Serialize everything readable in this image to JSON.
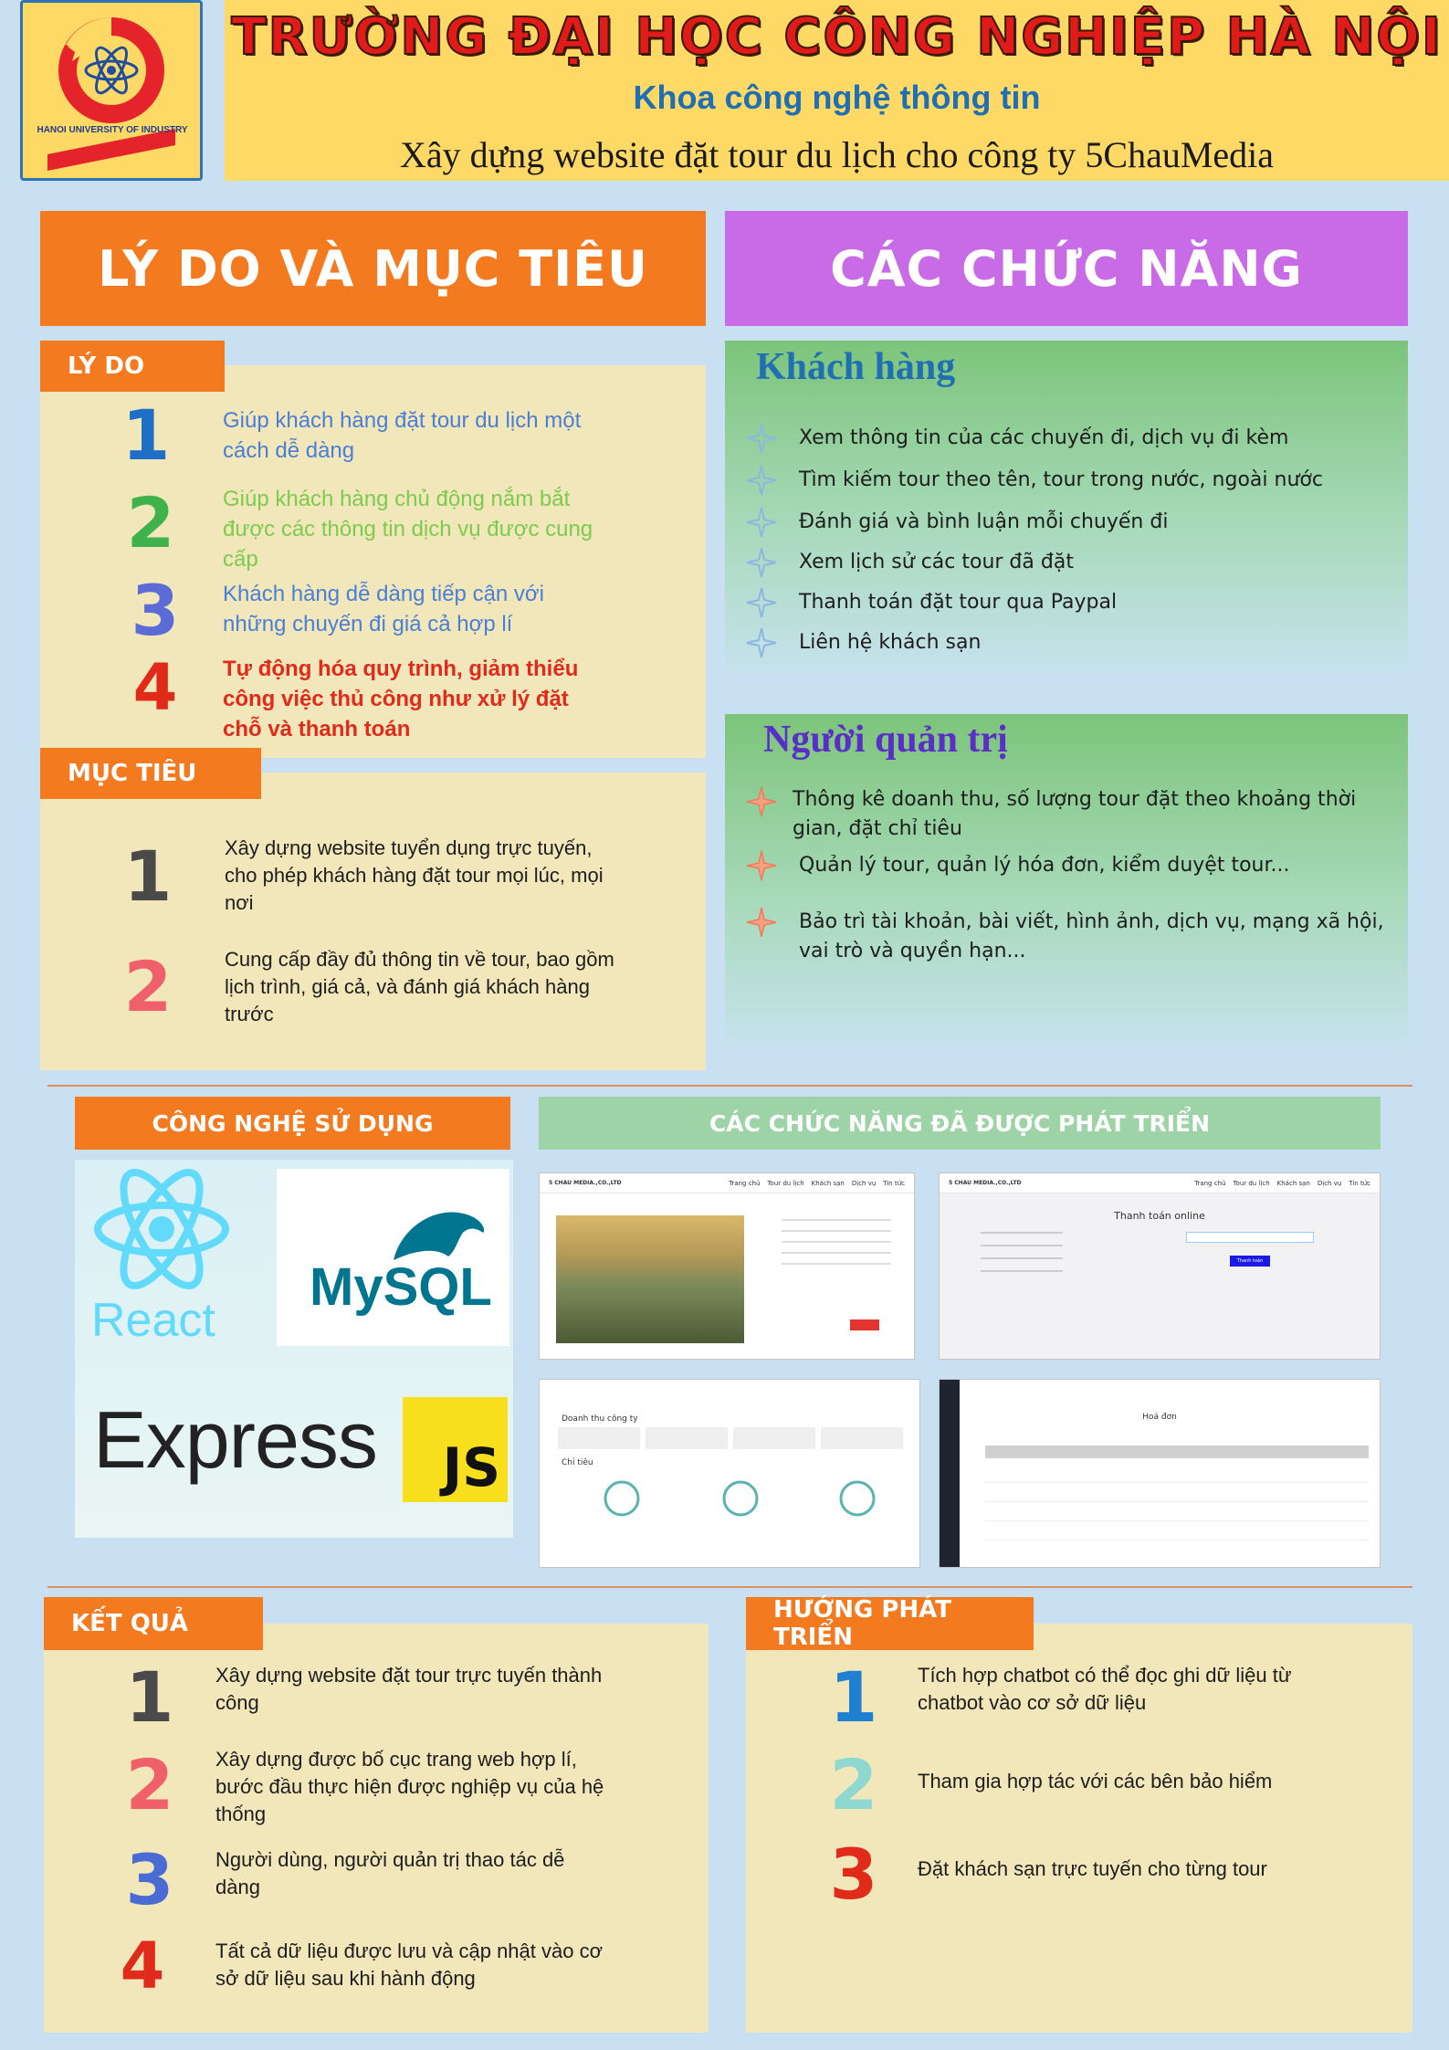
{
  "header": {
    "logo_text": "HANOI UNIVERSITY OF INDUSTRY",
    "university": "TRƯỜNG ĐẠI HỌC CÔNG NGHIỆP HÀ NỘI",
    "faculty": "Khoa công nghệ thông tin",
    "project": "Xây dựng website đặt tour du lịch cho công ty 5ChauMedia"
  },
  "left_section": {
    "title": "LÝ DO VÀ MỤC TIÊU",
    "reasons_tag": "LÝ DO",
    "reasons": [
      {
        "num": "1",
        "text": "Giúp khách hàng đặt tour du lịch một cách dễ dàng",
        "color": "#4a7fd4"
      },
      {
        "num": "2",
        "text": "Giúp khách hàng chủ động nắm bắt được các thông tin dịch vụ được cung cấp",
        "color": "#7ccb4e"
      },
      {
        "num": "3",
        "text": "Khách hàng dễ dàng tiếp cận với những chuyến đi giá cả hợp lí",
        "color": "#4a7fd4"
      },
      {
        "num": "4",
        "text": "Tự động hóa quy trình, giảm thiểu công việc thủ công như xử lý đặt chỗ và thanh toán",
        "color": "#e02a1a"
      }
    ],
    "goals_tag": "MỤC TIÊU",
    "goals": [
      {
        "num": "1",
        "text": "Xây dựng website tuyển dụng trực tuyến, cho phép khách hàng đặt tour mọi lúc, mọi nơi"
      },
      {
        "num": "2",
        "text": "Cung cấp đầy đủ thông tin về tour, bao gồm lịch trình, giá cả, và đánh giá khách hàng trước"
      }
    ]
  },
  "right_section": {
    "title": "CÁC CHỨC NĂNG",
    "customer_title": "Khách hàng",
    "customer_items": [
      "Xem thông tin của các chuyến đi, dịch vụ đi kèm",
      "Tìm kiếm tour theo tên, tour trong nước, ngoài nước",
      "Đánh giá và bình luận mỗi chuyến đi",
      "Xem lịch sử các tour đã đặt",
      "Thanh toán đặt tour qua Paypal",
      "Liên hệ khách sạn"
    ],
    "admin_title": "Người quản trị",
    "admin_items": [
      "Thông kê doanh thu, số lượng tour đặt theo khoảng thời gian, đặt chỉ tiêu",
      "Quản lý tour, quản lý hóa đơn, kiểm duyệt tour...",
      "Bảo trì tài khoản,  bài viết,  hình ảnh,  dịch vụ, mạng xã hội, vai trò và quyền hạn..."
    ]
  },
  "tech": {
    "tag": "CÔNG NGHỆ SỬ DỤNG",
    "react": "React",
    "mysql": "MySQL",
    "express": "Express",
    "js": "JS"
  },
  "features_dev": {
    "tag": "CÁC CHỨC NĂNG ĐÃ ĐƯỢC PHÁT TRIỂN",
    "shot_brand": "5 CHAU MEDIA.,CO.,LTD",
    "shot_nav": [
      "Trang chủ",
      "Tour du lịch",
      "Khách sạn",
      "Dịch vụ",
      "Tin tức"
    ],
    "payment_title": "Thanh toán online",
    "payment_button": "Thanh toán",
    "revenue_title": "Doanh thu công ty",
    "target_label": "Chỉ tiêu",
    "invoice_title": "Hoá đơn"
  },
  "results": {
    "tag": "KẾT QUẢ",
    "items": [
      {
        "num": "1",
        "text": "Xây dựng website đặt tour trực tuyến thành công",
        "color": "#4a4a4a"
      },
      {
        "num": "2",
        "text": "Xây dựng được bố cục trang web hợp lí, bước đầu thực hiện được nghiệp vụ của hệ thống",
        "color": "#f0606a"
      },
      {
        "num": "3",
        "text": "Người dùng, người quản trị thao tác dễ dàng",
        "color": "#4a7fd4"
      },
      {
        "num": "4",
        "text": "Tất cả dữ liệu được lưu và cập nhật vào cơ sở dữ liệu sau khi hành động",
        "color": "#e02a1a"
      }
    ]
  },
  "future": {
    "tag": "HƯỚNG PHÁT TRIỂN",
    "items": [
      {
        "num": "1",
        "text": "Tích hợp chatbot có thể đọc ghi dữ liệu từ chatbot vào cơ sở dữ liệu",
        "color": "#1f7fd0"
      },
      {
        "num": "2",
        "text": "Tham gia hợp tác với các bên bảo hiểm",
        "color": "#8fd8d0"
      },
      {
        "num": "3",
        "text": "Đặt khách sạn trực tuyến cho từng tour",
        "color": "#e02a1a"
      }
    ]
  },
  "colors": {
    "orange": "#f47a20",
    "purple": "#c96be6",
    "green_tag": "#9ed3a8",
    "panel": "#f2e6bb"
  }
}
